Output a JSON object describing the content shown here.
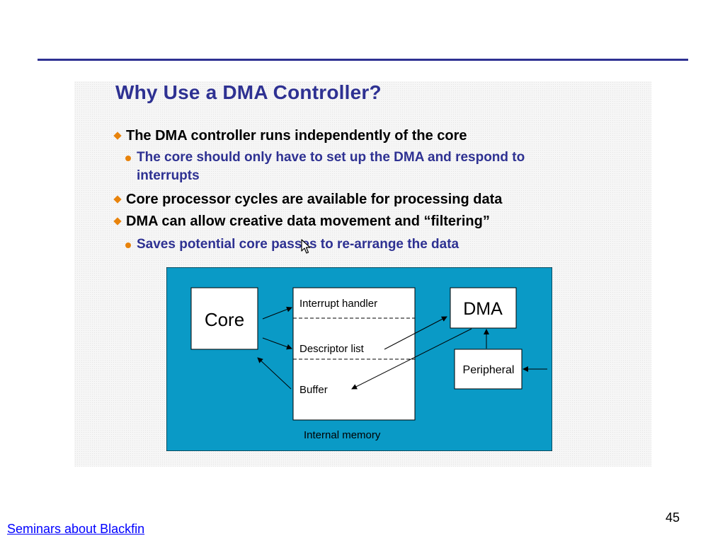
{
  "slide": {
    "title": "Why Use a DMA Controller?",
    "bullets": [
      {
        "level": 1,
        "text": "The DMA controller runs independently of the core"
      },
      {
        "level": 2,
        "lines": [
          "The core should only have to set up the DMA and respond to",
          "interrupts"
        ]
      },
      {
        "level": 1,
        "text": "Core processor cycles are available for processing data"
      },
      {
        "level": 1,
        "text": "DMA can allow creative data movement and “filtering”"
      },
      {
        "level": 2,
        "text": "Saves potential core passes to re-arrange the data"
      }
    ]
  },
  "diagram": {
    "core_label": "Core",
    "dma_label": "DMA",
    "peripheral_label": "Peripheral",
    "memory_label": "Internal memory",
    "interrupt_handler_label": "Interrupt handler",
    "descriptor_list_label": "Descriptor list",
    "buffer_label": "Buffer"
  },
  "footer": {
    "link_text": "Seminars about Blackfin",
    "page_number": "45"
  },
  "icons": {
    "level1_bullet": "orange-diamond-bullet-icon",
    "level2_bullet": "orange-dot-bullet-icon",
    "cursor": "mouse-pointer-icon"
  },
  "colors": {
    "title": "#2e3192",
    "rule": "#2e3192",
    "subbullet_text": "#2e3192",
    "bullet_marker": "#e8830c",
    "diagram_background": "#0a9ac6",
    "link": "#0000ff"
  }
}
